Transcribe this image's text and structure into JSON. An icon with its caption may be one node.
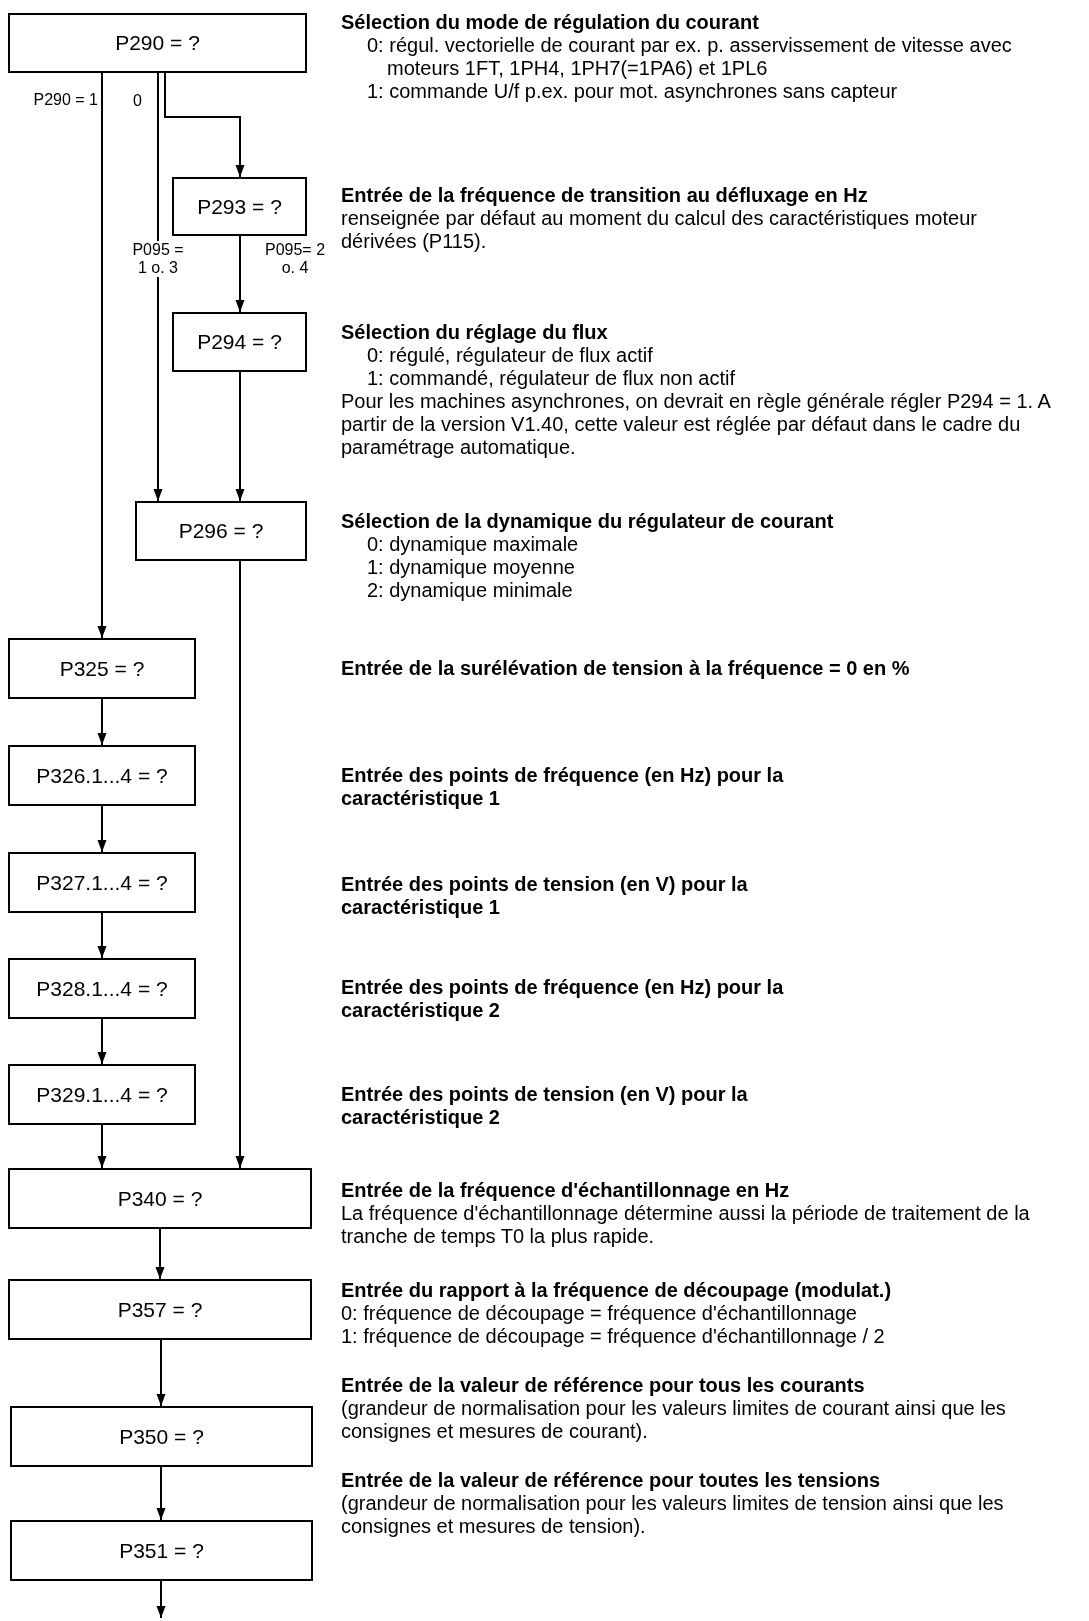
{
  "diagram": {
    "nodes": [
      {
        "text": [
          "P290 = ?"
        ],
        "beside": [
          "Sélection du mode de régulation du courant",
          "0: régul. vectorielle de courant par ex. p. asservissement de vitesse avec moteurs 1FT, 1PH4, 1PH7(=1PA6) et 1PL6",
          "1: commande U/f p.ex. pour mot. asynchrones sans capteur"
        ]
      },
      {
        "text": [
          "P293 = ?"
        ],
        "beside": [
          "Entrée de la fréquence de transition au défluxage en Hz",
          "renseignée par défaut au moment du calcul des caractéristiques moteur dérivées (P115)."
        ]
      },
      {
        "text": [
          "P294 = ?"
        ],
        "beside": [
          "Sélection du réglage du flux",
          "0: régulé, régulateur de flux actif",
          "1: commandé, régulateur de flux non actif",
          "Pour les machines asynchrones, on devrait en règle générale régler P294 = 1. A partir de la version V1.40, cette valeur est réglée par défaut dans le cadre du paramétrage automatique."
        ]
      },
      {
        "text": [
          "P296 = ?"
        ],
        "beside": [
          "Sélection de la dynamique du régulateur de courant",
          "0: dynamique maximale",
          "1: dynamique moyenne",
          "2: dynamique minimale"
        ]
      },
      {
        "text": [
          "P325 = ?"
        ]
      },
      {
        "text": [
          "P326.1...4 = ?"
        ]
      },
      {
        "text": [
          "P327.1...4 = ?"
        ]
      },
      {
        "text": [
          "P328.1...4 = ?"
        ]
      },
      {
        "text": [
          "P329.1...4 = ?"
        ]
      },
      {
        "text": [
          "P340 = ?"
        ],
        "beside": [
          "Entrée de la fréquence d'échantillonnage en Hz",
          "La fréquence d'échantillonnage détermine aussi la période de traitement de la tranche de temps T0 la plus rapide."
        ]
      },
      {
        "text": [
          "P357 = ?"
        ],
        "beside": [
          "Entrée du rapport à la fréquence de découpage (modulat.)",
          "0: fréquence de découpage = fréquence d'échantillonnage",
          "1: fréquence de découpage = fréquence d'échantillonnage / 2"
        ]
      },
      {
        "text": [
          "P350 = ?"
        ],
        "beside": [
          "Entrée de la valeur de référence pour tous les courants",
          "(grandeur de normalisation pour les valeurs limites de courant ainsi que les consignes et mesures de courant)."
        ]
      },
      {
        "text": [
          "P351 = ?"
        ],
        "beside": [
          "Entrée de la valeur de référence pour toutes les tensions",
          "(grandeur de normalisation pour les valeurs limites de tension ainsi que les consignes et mesures de tension)."
        ]
      }
    ],
    "edges": [
      {
        "from": 0,
        "to": 4,
        "arrow": "to",
        "label": "P290 = 1"
      },
      {
        "from": 0,
        "to": 3,
        "arrow": "to",
        "label": "P095 = 1 o. 3"
      },
      {
        "from": 0,
        "to": 1,
        "arrow": "to"
      },
      {
        "from": 1,
        "to": 2,
        "arrow": "to",
        "label": "P095= 2 o. 4"
      },
      {
        "from": 2,
        "to": 3,
        "arrow": "to"
      },
      {
        "from": 3,
        "to": 9,
        "arrow": "to"
      },
      {
        "from": 4,
        "to": 5,
        "arrow": "to"
      },
      {
        "from": 5,
        "to": 6,
        "arrow": "to"
      },
      {
        "from": 6,
        "to": 7,
        "arrow": "to"
      },
      {
        "from": 7,
        "to": 8,
        "arrow": "to"
      },
      {
        "from": 8,
        "to": 9,
        "arrow": "to"
      },
      {
        "from": 9,
        "to": 10,
        "arrow": "to"
      },
      {
        "from": 10,
        "to": 11,
        "arrow": "to"
      },
      {
        "from": 11,
        "to": 12,
        "arrow": "to"
      },
      {
        "from": 12,
        "to": null,
        "arrow": "to"
      }
    ],
    "labels": [
      "0",
      "Entrée de la surélévation de tension à la fréquence = 0 en %",
      "Entrée des points de fréquence (en Hz) pour la caractéristique 1",
      "Entrée des points de tension (en V) pour la caractéristique 1",
      "Entrée des points de fréquence (en Hz) pour la caractéristique 2",
      "Entrée des points de tension (en V) pour la caractéristique 2"
    ]
  }
}
